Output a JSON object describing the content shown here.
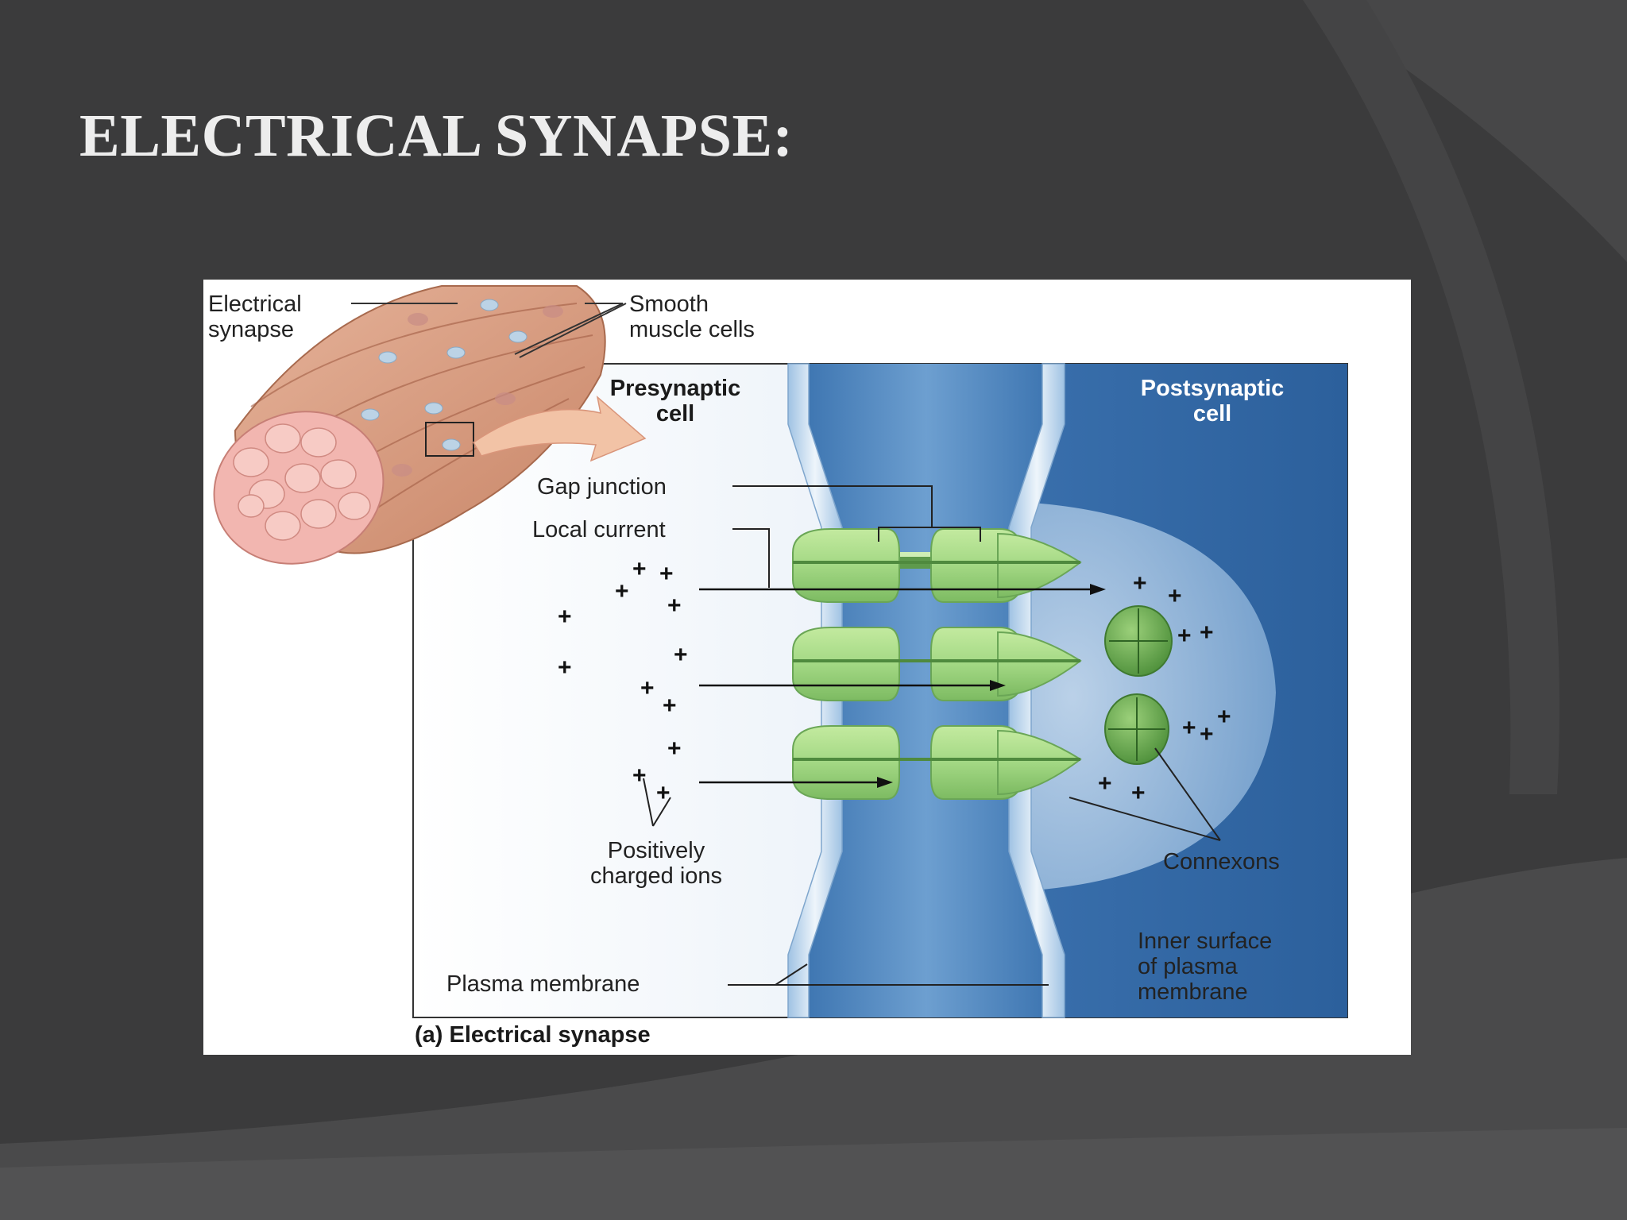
{
  "slide": {
    "title": "ELECTRICAL SYNAPSE:"
  },
  "diagram": {
    "labels": {
      "electrical_synapse_1": "Electrical",
      "electrical_synapse_2": "synapse",
      "smooth_muscle_1": "Smooth",
      "smooth_muscle_2": "muscle cells",
      "presynaptic_1": "Presynaptic",
      "presynaptic_2": "cell",
      "postsynaptic_1": "Postsynaptic",
      "postsynaptic_2": "cell",
      "gap_junction": "Gap junction",
      "local_current": "Local current",
      "positive_ions_1": "Positively",
      "positive_ions_2": "charged ions",
      "connexons": "Connexons",
      "inner_surface_1": "Inner surface",
      "inner_surface_2": "of plasma",
      "inner_surface_3": "membrane",
      "plasma_membrane": "Plasma membrane",
      "caption": "(a) Electrical synapse"
    },
    "ion_symbol": "+"
  },
  "colors": {
    "slide_background": "#3b3b3c",
    "connexon_green": "#a6d98a",
    "cleft_blue": "#3f78b4",
    "postsynaptic_blue": "#2f66a3"
  }
}
